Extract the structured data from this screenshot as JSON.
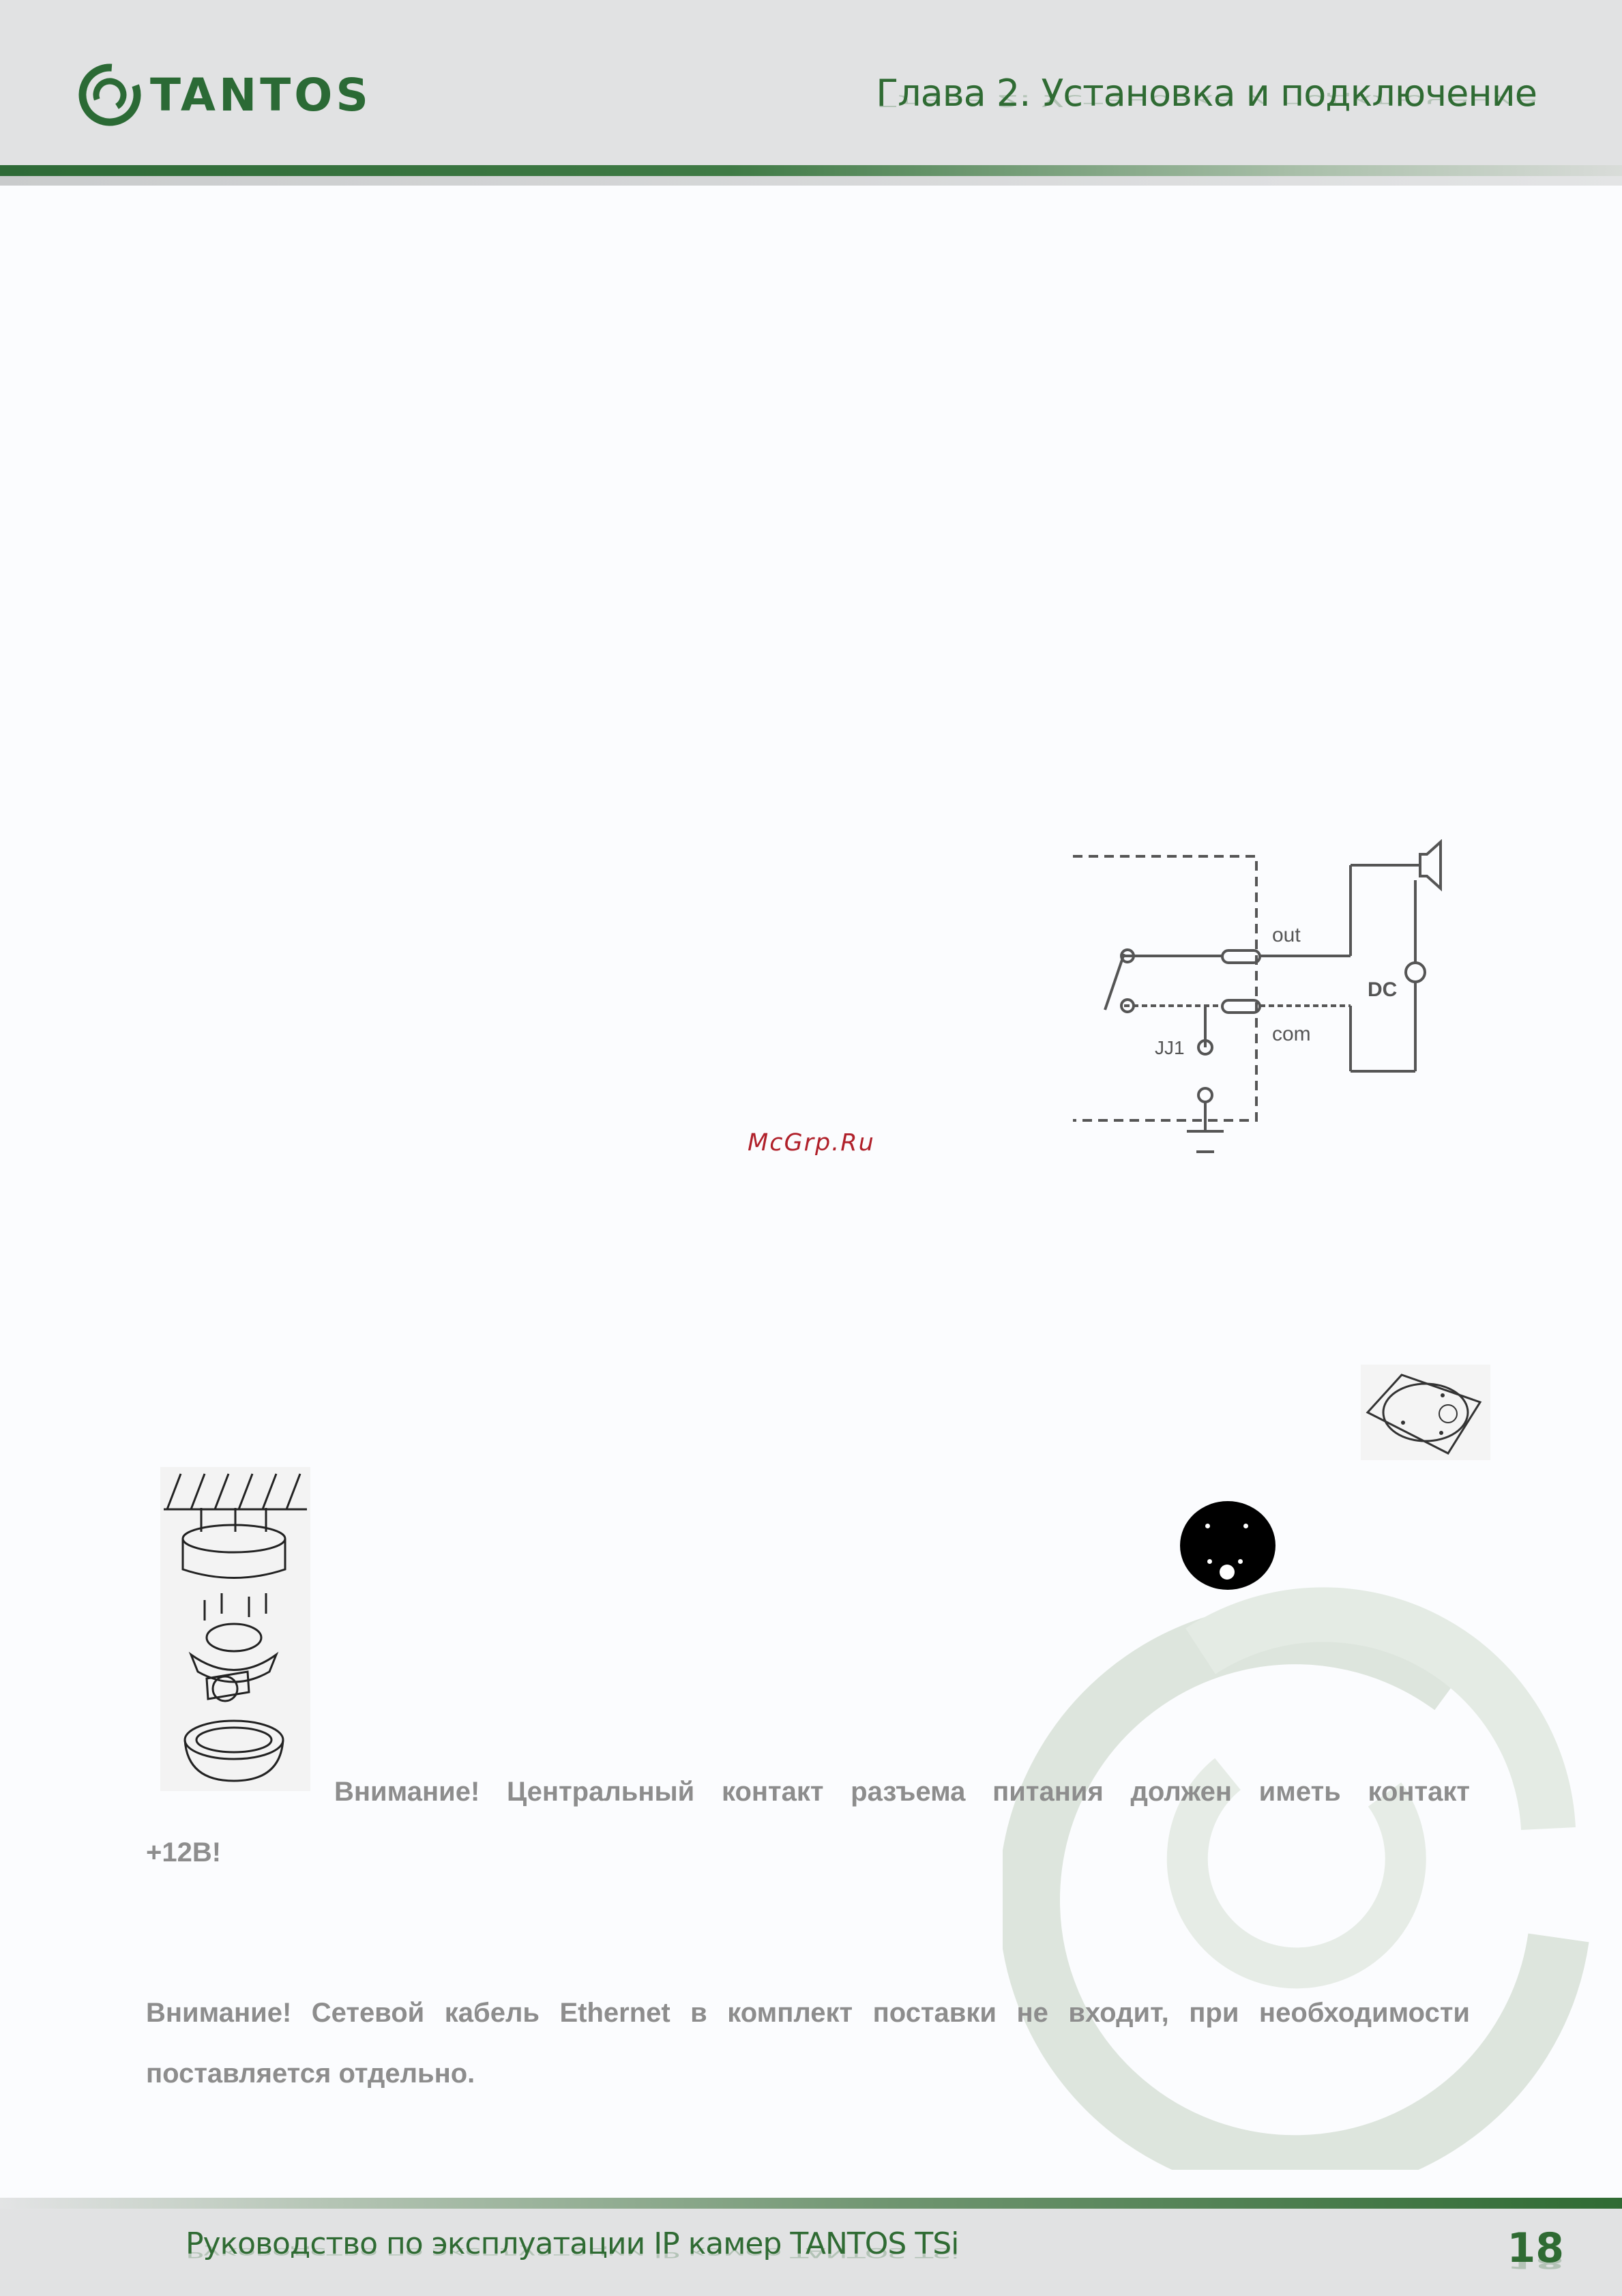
{
  "header": {
    "logo_text": "TANTOS",
    "chapter_title": "Глава 2. Установка и подключение"
  },
  "watermark": "McGrp.Ru",
  "diagram": {
    "label_out": "out",
    "label_com": "com",
    "label_dc": "DC",
    "label_jj1": "JJ1"
  },
  "notices": {
    "power_line1": "Внимание! Центральный контакт разъема питания должен иметь контакт",
    "power_line2": "+12В!",
    "ethernet_line1": "Внимание! Сетевой кабель Ethernet в комплект поставки не входит, при необходимости",
    "ethernet_line2": "поставляется отдельно."
  },
  "footer": {
    "manual_title": "Руководство по эксплуатации IP камер TANTOS TSi",
    "page_number": "18"
  },
  "colors": {
    "brand_green": "#2f6b33",
    "header_gray": "#e1e2e3",
    "notice_gray": "#8d8d8d",
    "watermark_red": "#b0202a"
  }
}
